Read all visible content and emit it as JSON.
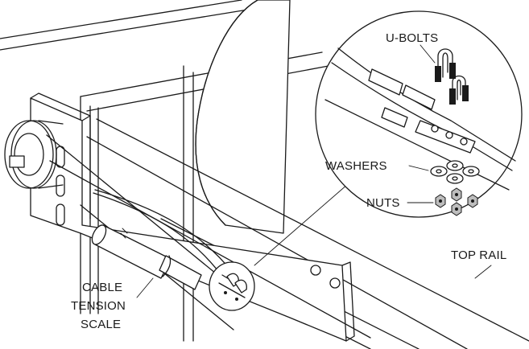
{
  "labels": {
    "u_bolts": "U-BOLTS",
    "washers": "WASHERS",
    "nuts": "NUTS",
    "top_rail": "TOP RAIL",
    "cable_tension_scale": [
      "CABLE",
      "TENSION",
      "SCALE"
    ]
  },
  "colors": {
    "line": "#1a1a1a",
    "background": "#ffffff",
    "hardware_fill": "#bdbdbd"
  }
}
